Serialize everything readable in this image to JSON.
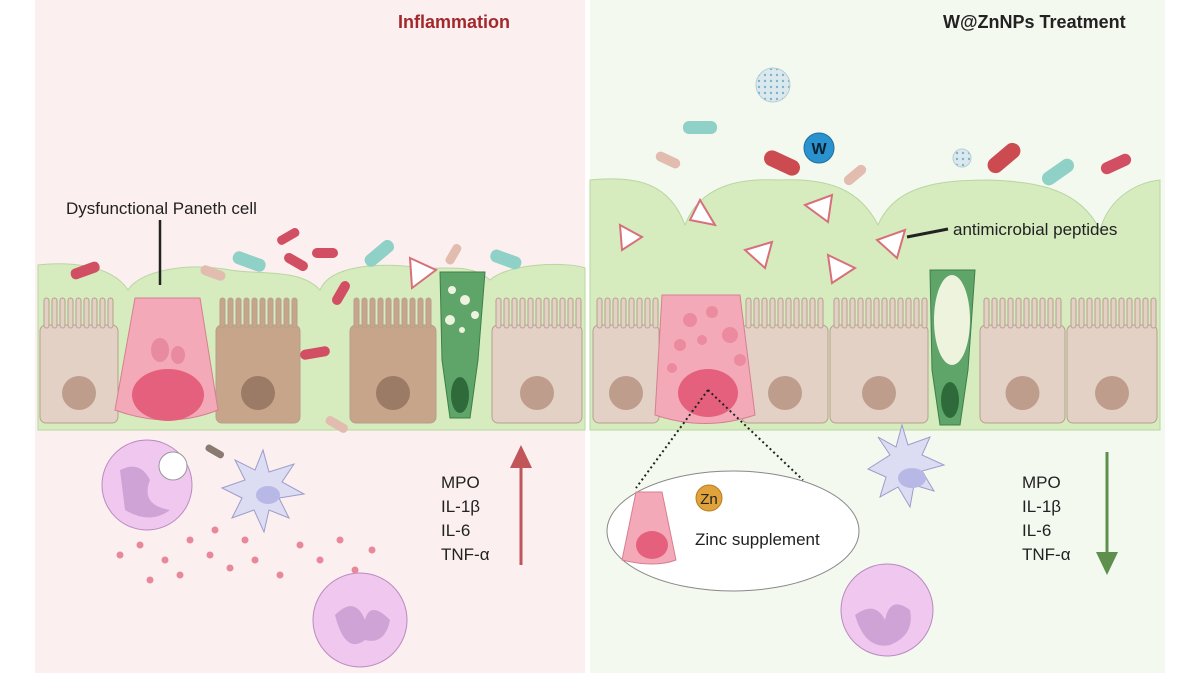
{
  "left_panel": {
    "title": "Inflammation",
    "paneth_label": "Dysfunctional Paneth cell",
    "markers": [
      "MPO",
      "IL-1β",
      "IL-6",
      "TNF-α"
    ],
    "marker_trend": "up"
  },
  "right_panel": {
    "title": "W@ZnNPs Treatment",
    "peptide_label": "antimicrobial peptides",
    "nanoparticle_label": "W",
    "zinc_label": "Zn",
    "zinc_caption": "Zinc supplement",
    "markers": [
      "MPO",
      "IL-1β",
      "IL-6",
      "TNF-α"
    ],
    "marker_trend": "down"
  },
  "colors": {
    "inflammation_title": "#a3282c",
    "left_bg": "#fcefef",
    "right_bg": "#f3f9ef",
    "mucus": "#d6ecbf",
    "up_arrow": "#c0555a",
    "down_arrow": "#5e8f4c"
  }
}
